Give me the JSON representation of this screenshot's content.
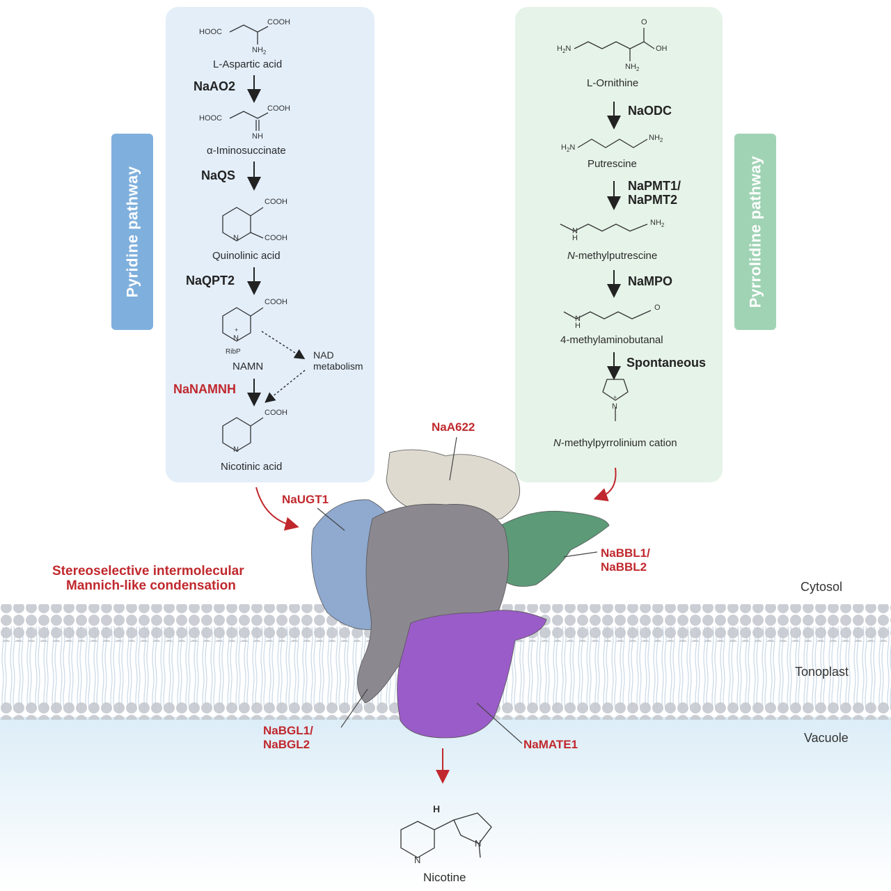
{
  "pyridine": {
    "title": "Pyridine pathway",
    "compounds": [
      "L-Aspartic acid",
      "α-Iminosuccinate",
      "Quinolinic acid",
      "NAMN",
      "Nicotinic acid"
    ],
    "enzymes": [
      "NaAO2",
      "NaQS",
      "NaQPT2"
    ],
    "enzyme_red": "NaNAMNH",
    "side_product_line1": "NAD",
    "side_product_line2": "metabolism",
    "ribp": "RibP"
  },
  "pyrrolidine": {
    "title": "Pyrrolidine pathway",
    "compounds": [
      "L-Ornithine",
      "Putrescine",
      "-methylputrescine",
      "4-methylaminobutanal",
      "-methylpyrrolinium cation"
    ],
    "italic_prefix": "N",
    "enzymes": [
      "NaODC",
      "NaPMT1/",
      "NaPMT2",
      "NaMPO",
      "Spontaneous"
    ]
  },
  "chem_labels": {
    "hooc": "HOOC",
    "cooh": "COOH",
    "nh2": "NH",
    "nh2_sub": "2",
    "nh": "NH",
    "n": "N",
    "h2n": "H",
    "oh": "OH",
    "o": "O",
    "h": "H",
    "plus": "+"
  },
  "complex": {
    "labels": [
      "NaA622",
      "NaUGT1",
      "NaBBL1/",
      "NaBBL2",
      "NaBGL1/",
      "NaBGL2",
      "NaMATE1"
    ],
    "reaction_line1": "Stereoselective intermolecular",
    "reaction_line2": "Mannich-like condensation"
  },
  "membrane": {
    "cytosol": "Cytosol",
    "tonoplast": "Tonoplast",
    "vacuole": "Vacuole"
  },
  "product": "Nicotine",
  "colors": {
    "red_accent": "#c0282d",
    "pyridine_panel": "#e3eef9",
    "pyrrolidine_panel": "#e6f3e8",
    "pyridine_tab": "#7fb0dd",
    "pyrrolidine_tab": "#9fd3b4",
    "protein_blue": "#8fa9cf",
    "protein_beige": "#dedad0",
    "protein_gray": "#8c8890",
    "protein_green": "#5c9a78",
    "protein_purple": "#9a5cc8"
  }
}
